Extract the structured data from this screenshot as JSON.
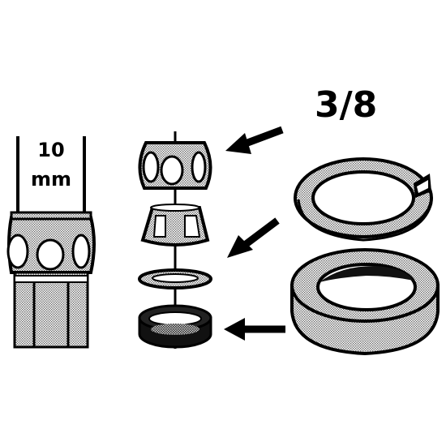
{
  "labels": {
    "size_value": "10",
    "size_unit": "mm",
    "thread_size": "3/8"
  },
  "colors": {
    "ink": "#000000",
    "halftone_light": "#d9d9d9",
    "halftone_mid": "#a8a8a8",
    "paper": "#ffffff"
  },
  "icons": [
    "ferrule-assembly-icon",
    "upper-ferrule-icon",
    "lower-ferrule-icon",
    "thin-washer-icon",
    "thick-washer-icon",
    "flat-washer-large-icon",
    "thick-ring-large-icon",
    "arrow-icon"
  ]
}
